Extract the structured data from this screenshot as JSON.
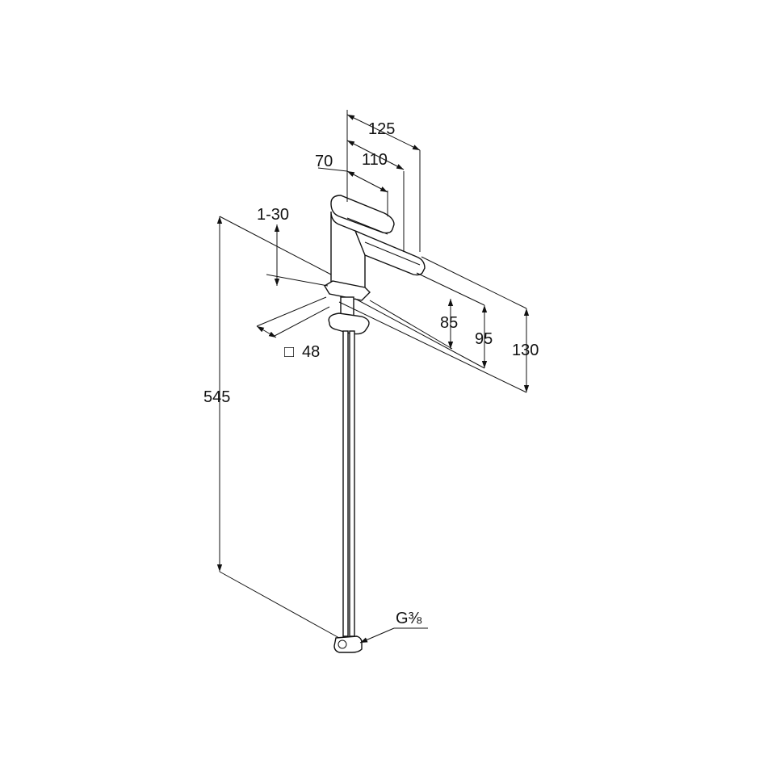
{
  "drawing": {
    "subject": "",
    "dimensions": {
      "d125": "125",
      "d110": "110",
      "d70": "70",
      "d1_30": "1-30",
      "d85": "85",
      "d95": "95",
      "d130": "130",
      "d545": "545",
      "d48": "48",
      "thread": "G⅜"
    },
    "square_symbol": "□",
    "colors": {
      "ink": "#111111",
      "background": "#ffffff"
    }
  }
}
